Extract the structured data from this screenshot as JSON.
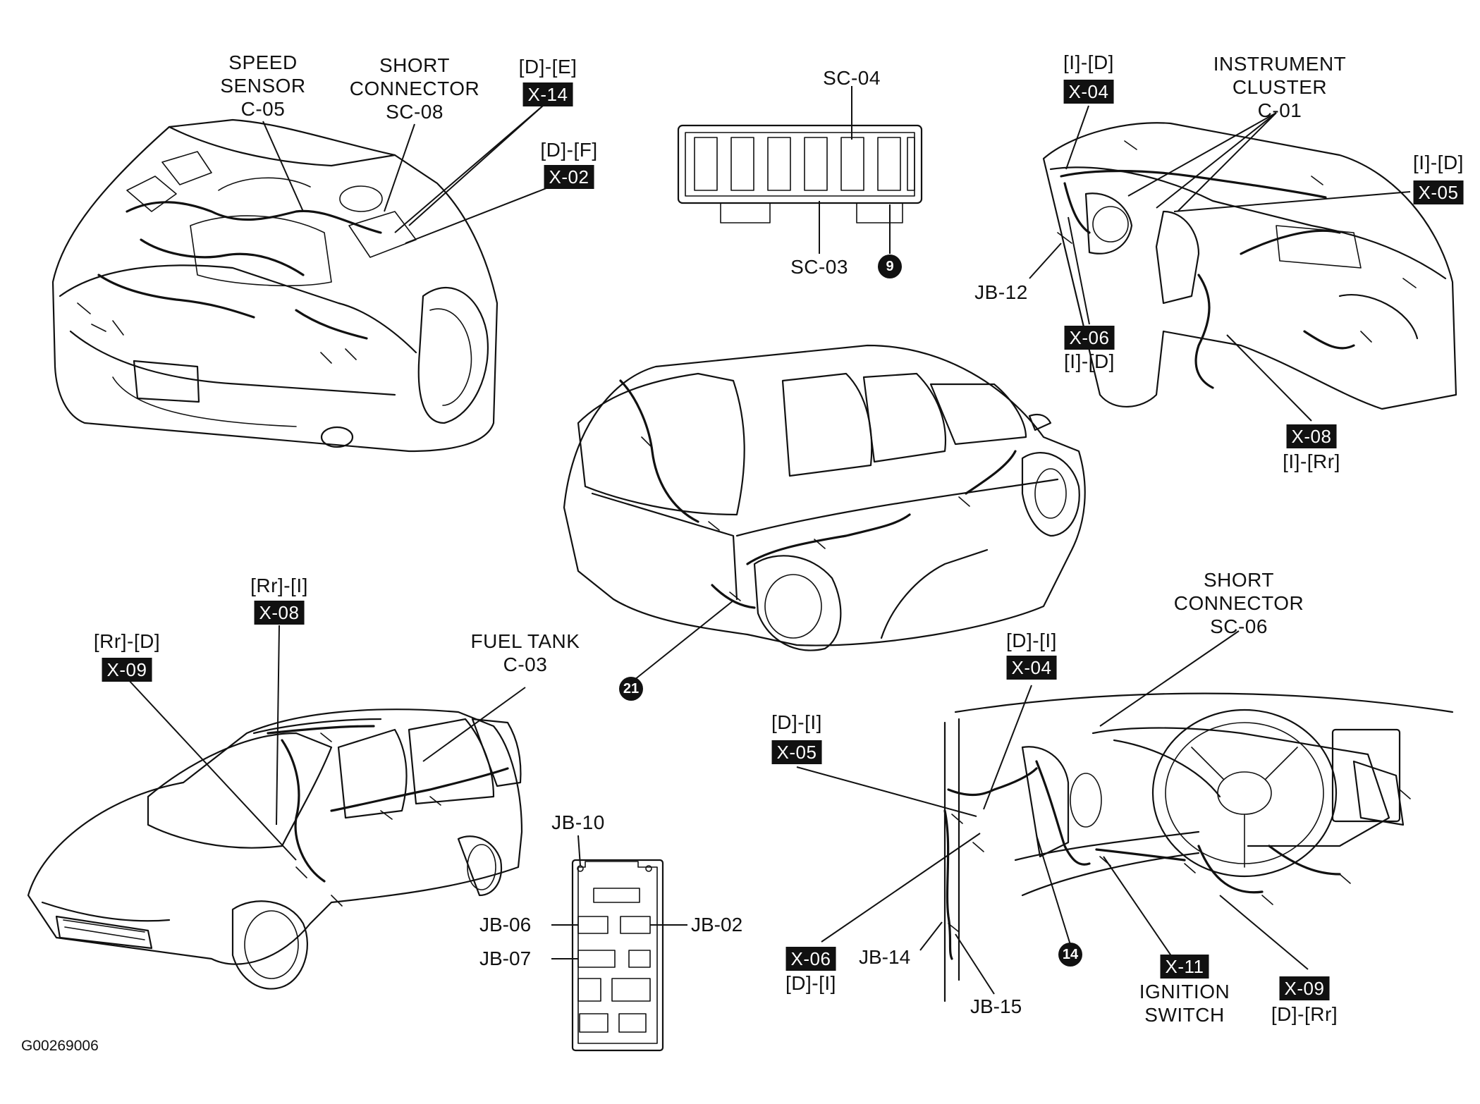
{
  "engine_bay": {
    "speed_sensor": [
      "SPEED",
      "SENSOR",
      "C-05"
    ],
    "short_connector": [
      "SHORT",
      "CONNECTOR",
      "SC-08"
    ],
    "x14_route": "[D]-[E]",
    "x14": "X-14",
    "x02_route": "[D]-[F]",
    "x02": "X-02"
  },
  "fuse_block": {
    "sc04": "SC-04",
    "sc03": "SC-03",
    "ref_circle": "9"
  },
  "instrument_panel": {
    "x04_route": "[I]-[D]",
    "x04": "X-04",
    "cluster": [
      "INSTRUMENT",
      "CLUSTER",
      "C-01"
    ],
    "x05_route": "[I]-[D]",
    "x05": "X-05",
    "jb12": "JB-12",
    "x06": "X-06",
    "x06_route": "[I]-[D]",
    "x08": "X-08",
    "x08_route": "[I]-[Rr]"
  },
  "rear_view": {
    "ref_circle": "21"
  },
  "body_front": {
    "x08_route": "[Rr]-[I]",
    "x08": "X-08",
    "x09_route": "[Rr]-[D]",
    "x09": "X-09",
    "fuel_tank": [
      "FUEL TANK",
      "C-03"
    ]
  },
  "junction_block": {
    "jb10": "JB-10",
    "jb06": "JB-06",
    "jb02": "JB-02",
    "jb07": "JB-07"
  },
  "driver_area": {
    "short_connector": [
      "SHORT",
      "CONNECTOR",
      "SC-06"
    ],
    "x04_route": "[D]-[I]",
    "x04": "X-04",
    "x05_route": "[D]-[I]",
    "x05": "X-05",
    "x06": "X-06",
    "x06_route": "[D]-[I]",
    "jb14": "JB-14",
    "jb15": "JB-15",
    "ref_circle": "14",
    "x11": "X-11",
    "ignition": [
      "IGNITION",
      "SWITCH"
    ],
    "x09": "X-09",
    "x09_route": "[D]-[Rr]"
  },
  "figure_id": "G00269006"
}
